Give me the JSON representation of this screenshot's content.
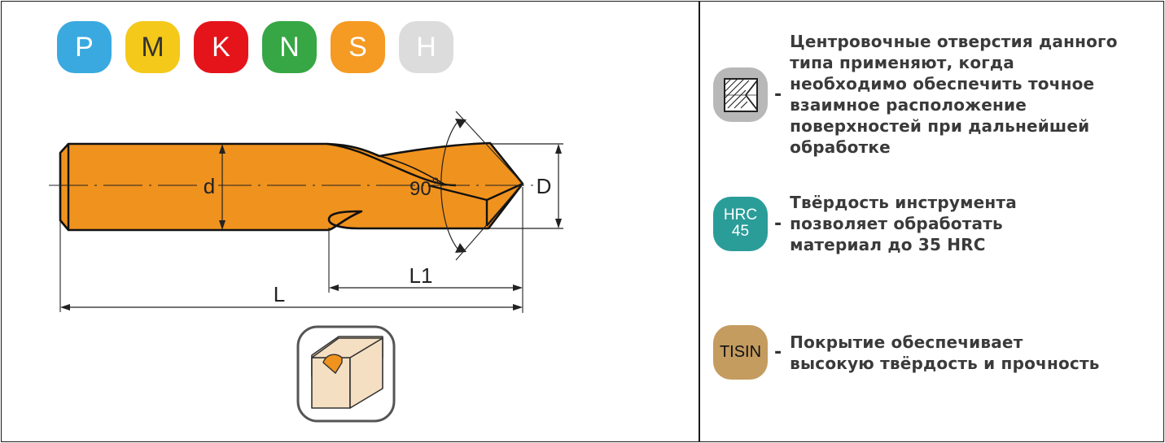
{
  "material_badges": [
    {
      "label": "P",
      "bg": "#3aa9e0",
      "fg": "#ffffff"
    },
    {
      "label": "M",
      "bg": "#f4c91a",
      "fg": "#333333"
    },
    {
      "label": "K",
      "bg": "#e5141b",
      "fg": "#ffffff"
    },
    {
      "label": "N",
      "bg": "#36a744",
      "fg": "#ffffff"
    },
    {
      "label": "S",
      "bg": "#f59a23",
      "fg": "#ffffff"
    },
    {
      "label": "H",
      "bg": "#dcdcdc",
      "fg": "#ffffff"
    }
  ],
  "drawing": {
    "tool_color": "#f0921e",
    "label_d": "d",
    "label_D": "D",
    "label_L": "L",
    "label_L1": "L1",
    "angle_label": "90",
    "angle_unit": "o"
  },
  "coating_icon": {
    "name": "cube-coating-icon",
    "face_color": "#f5dfc2",
    "dot_color": "#f0921e"
  },
  "features": [
    {
      "icon": "center-hole-icon",
      "text": "Центровочные отверстия данного\nтипа применяют, когда\nнеобходимо обеспечить точное\nвзаимное расположение\nповерхностей при дальнейшей\nобработке"
    },
    {
      "icon": "hardness-badge",
      "badge_line1": "HRC",
      "badge_line2": "45",
      "badge_color": "#2a9d99",
      "text": "Твёрдость инструмента\nпозволяет обработать\nматериал до 35 HRC"
    },
    {
      "icon": "coating-badge",
      "badge_label": "TISIN",
      "badge_color": "#c49c60",
      "text": "Покрытие обеспечивает\nвысокую твёрдость и прочность"
    }
  ],
  "separator": "-"
}
